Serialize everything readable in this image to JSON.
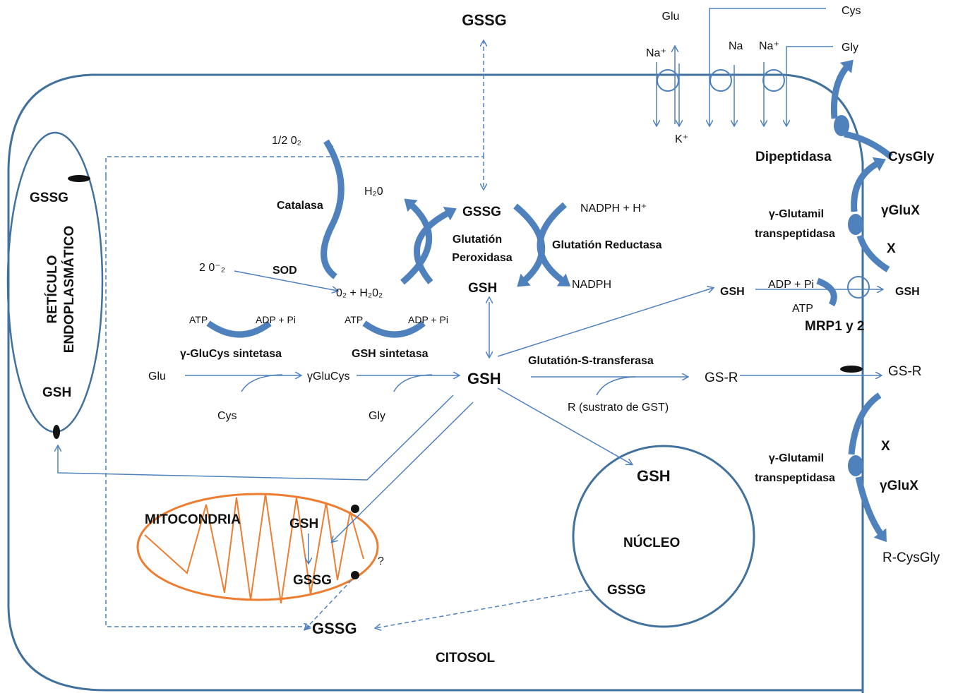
{
  "compartments": {
    "citosol": "CITOSOL",
    "mitocondria": "MITOCONDRIA",
    "nucleo": "NÚCLEO",
    "reticulo_line1": "RETÍCULO",
    "reticulo_line2": "ENDOPLASMÁTICO"
  },
  "extracellular": {
    "gssg_top": "GSSG",
    "glu": "Glu",
    "cys": "Cys",
    "gly": "Gly",
    "na1": "Na⁺",
    "na2": "Na",
    "na3": "Na⁺",
    "k": "K⁺",
    "dipeptidasa": "Dipeptidasa",
    "cysgly": "CysGly",
    "ggt_top_line1": "γ-Glutamil",
    "ggt_top_line2": "transpeptidasa",
    "gglux_top": "γGluX",
    "x_top": "X",
    "adp_pi_mrp": "ADP + Pi",
    "atp_mrp": "ATP",
    "gsh_mrp_in": "GSH",
    "gsh_out": "GSH",
    "mrp": "MRP1 y 2",
    "gsr_out": "GS-R",
    "x_bottom": "X",
    "ggt_bottom_line1": "γ-Glutamil",
    "ggt_bottom_line2": "transpeptidasa",
    "gglux_bottom": "γGluX",
    "rcysgly": "R-CysGly"
  },
  "redox": {
    "half_o2": "1/2 0₂",
    "catalasa": "Catalasa",
    "h2o_a": "H₂0",
    "gssg": "GSSG",
    "nadph_h": "NADPH + H⁺",
    "gpx_line1": "Glutatión",
    "gpx_line2": "Peroxidasa",
    "gr": "Glutatión Reductasa",
    "two_o2": "2 0⁻₂",
    "sod": "SOD",
    "o2_h2o2": "0₂ + H₂0₂",
    "gsh": "GSH",
    "nadph": "NADPH"
  },
  "synthesis": {
    "atp1": "ATP",
    "adp1": "ADP + Pi",
    "enzyme1": "γ-GluCys sintetasa",
    "atp2": "ATP",
    "adp2": "ADP + Pi",
    "enzyme2": "GSH sintetasa",
    "glu": "Glu",
    "gglucys": "γGluCys",
    "cys": "Cys",
    "gly": "Gly",
    "gsh_center": "GSH",
    "gst": "Glutatión-S-transferasa",
    "gsr": "GS-R",
    "substrate": "R (sustrato de GST)"
  },
  "organelles": {
    "er_gssg": "GSSG",
    "er_gsh": "GSH",
    "mito_gsh": "GSH",
    "mito_gssg": "GSSG",
    "mito_question": "?",
    "nuc_gsh": "GSH",
    "nuc_gssg": "GSSG",
    "cyto_gssg": "GSSG"
  },
  "colors": {
    "arrow": "#4F81BD",
    "membrane": "#41719C",
    "mitochondria": "#ED7D31",
    "text": "#111111"
  }
}
